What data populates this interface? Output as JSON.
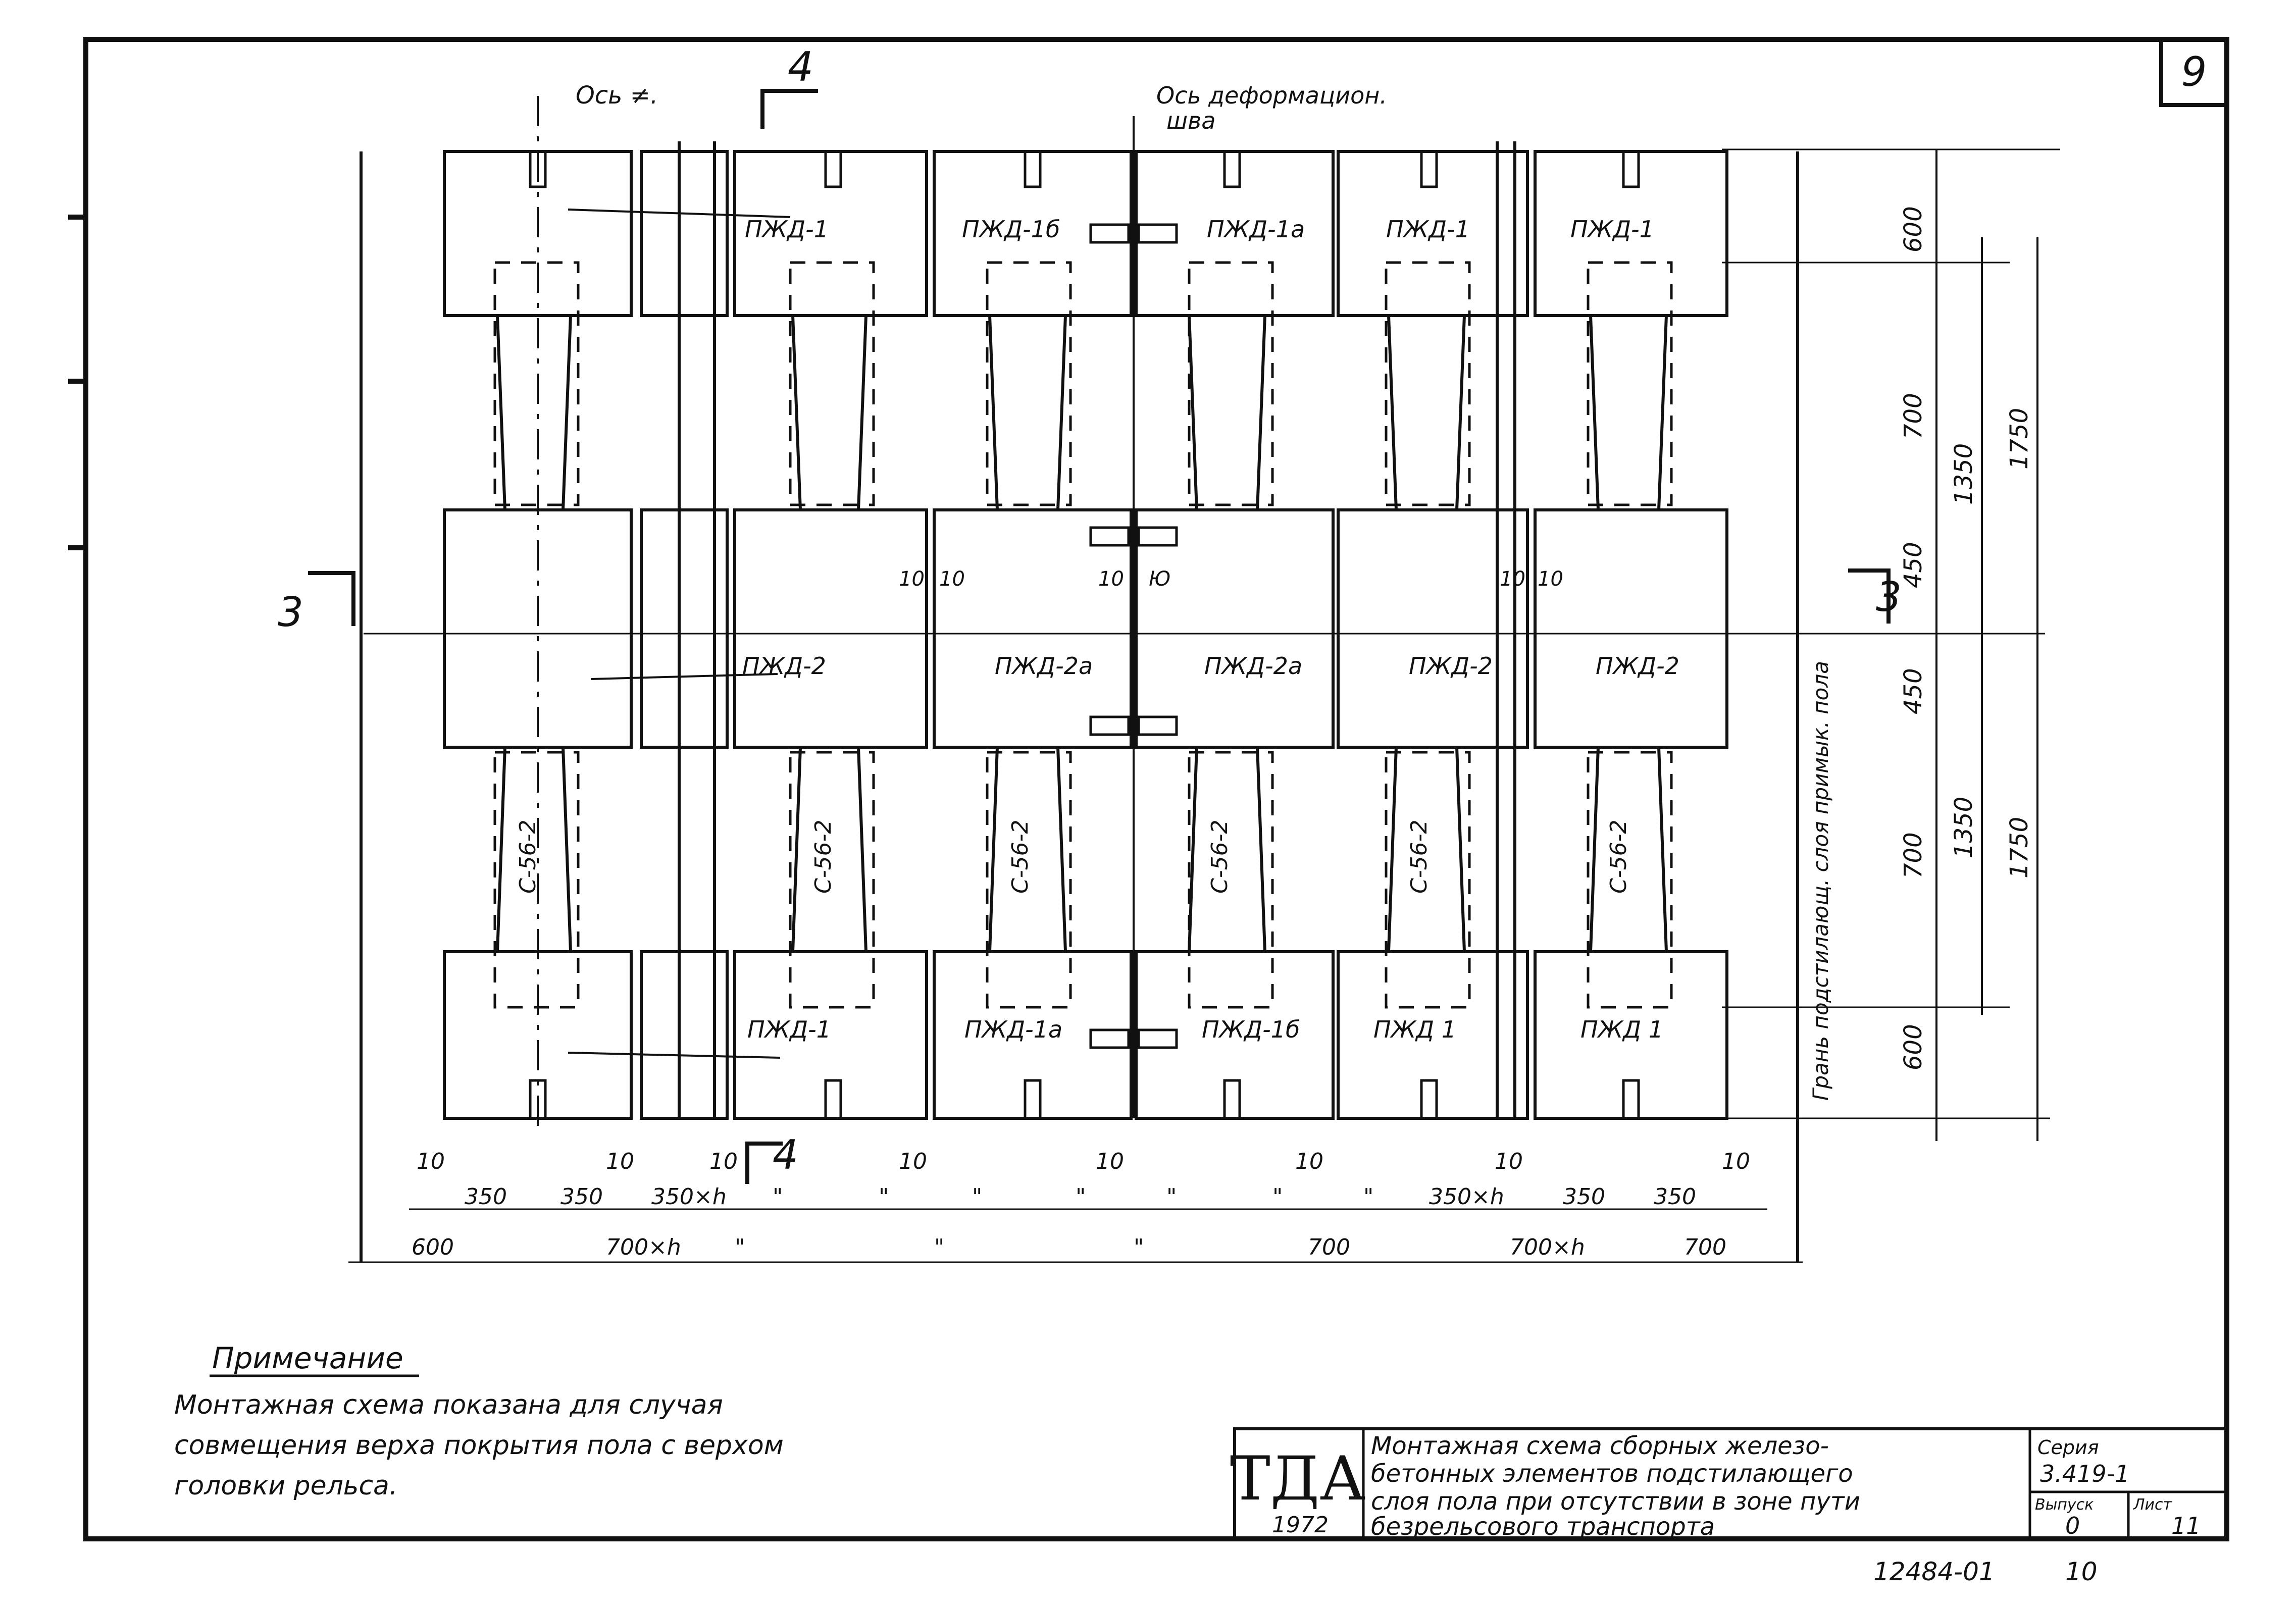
{
  "sheet": {
    "page_number": "9",
    "archive_number": "12484-01",
    "archive_page": "10"
  },
  "annotations": {
    "axis_label": "Ось ≠.",
    "deformation_axis_line1": "Ось деформацион.",
    "deformation_axis_line2": "шва",
    "section_4_top": "4",
    "section_4_bottom": "4",
    "section_3_left": "3",
    "section_3_right": "3",
    "side_edge_note": "Грань подстилающ. слоя примык. пола"
  },
  "slabs": {
    "top_row": [
      "ПЖД-1",
      "ПЖД-1б",
      "ПЖД-1а",
      "ПЖД-1",
      "ПЖД-1"
    ],
    "middle_row": [
      "ПЖД-2",
      "ПЖД-2а",
      "ПЖД-2а",
      "ПЖД-2",
      "ПЖД-2"
    ],
    "bottom_row": [
      "ПЖД-1",
      "ПЖД-1а",
      "ПЖД-1б",
      "ПЖД 1",
      "ПЖД 1"
    ],
    "column_marks": [
      "С-56-2",
      "С-56-2",
      "С-56-2",
      "С-56-2",
      "С-56-2",
      "С-56-2"
    ]
  },
  "gap_labels": {
    "gap": "10",
    "gap_alt": "Ю"
  },
  "dimensions": {
    "right_outer": [
      "600",
      "700",
      "450",
      "450",
      "700",
      "600"
    ],
    "right_middle": [
      "1350",
      "1350"
    ],
    "right_far": [
      "1750",
      "1750"
    ],
    "bottom_row1": [
      "10",
      "350",
      "350",
      "10",
      "10",
      "350×h",
      "10",
      "10",
      "10",
      "10",
      "10",
      "10",
      "10",
      "10",
      "10",
      "10",
      "10",
      "350×h",
      "350",
      "350",
      "10"
    ],
    "bottom_row2": [
      "600",
      "700×h",
      "700",
      "700×h",
      "700"
    ],
    "ditto": "\""
  },
  "note": {
    "title": "Примечание",
    "line1": "Монтажная схема показана для случая",
    "line2": "совмещения верха покрытия пола с верхом",
    "line3": "головки рельса."
  },
  "title_block": {
    "logo": "ТДА",
    "year": "1972",
    "title_line1": "Монтажная схема сборных железо-",
    "title_line2": "бетонных элементов подстилающего",
    "title_line3": "слоя пола при отсутствии в зоне пути",
    "title_line4": "безрельсового транспорта",
    "series_label": "Серия",
    "series_value": "3.419-1",
    "issue_label": "Выпуск",
    "issue_value": "0",
    "sheet_label": "Лист",
    "sheet_value": "11"
  }
}
